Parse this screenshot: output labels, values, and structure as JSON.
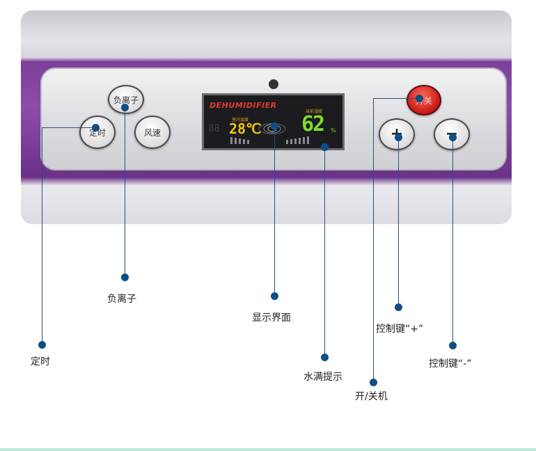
{
  "panel": {
    "buttons": {
      "ion": "负离子",
      "timer": "定时",
      "fan": "风速",
      "power": "开关",
      "plus": "+",
      "minus": "−"
    },
    "lcd": {
      "brand": "DEHUMIDIFIER",
      "temp_label": "室内温度",
      "temp": "28℃",
      "humidity_label": "当前湿度",
      "humidity": "62",
      "unit": "%",
      "ghost": "88"
    }
  },
  "callouts": {
    "ion": "负离子",
    "timer": "定时",
    "display": "显示界面",
    "water_full": "水满提示",
    "plus": "控制键“+”",
    "minus": "控制键“-”",
    "power": "开/关机"
  },
  "colors": {
    "callout": "#0f4d86",
    "device_purple": "#7c3f9a",
    "power_red": "#c81d17",
    "lcd_green": "#7fdc2a",
    "lcd_yellow": "#f2c800"
  }
}
